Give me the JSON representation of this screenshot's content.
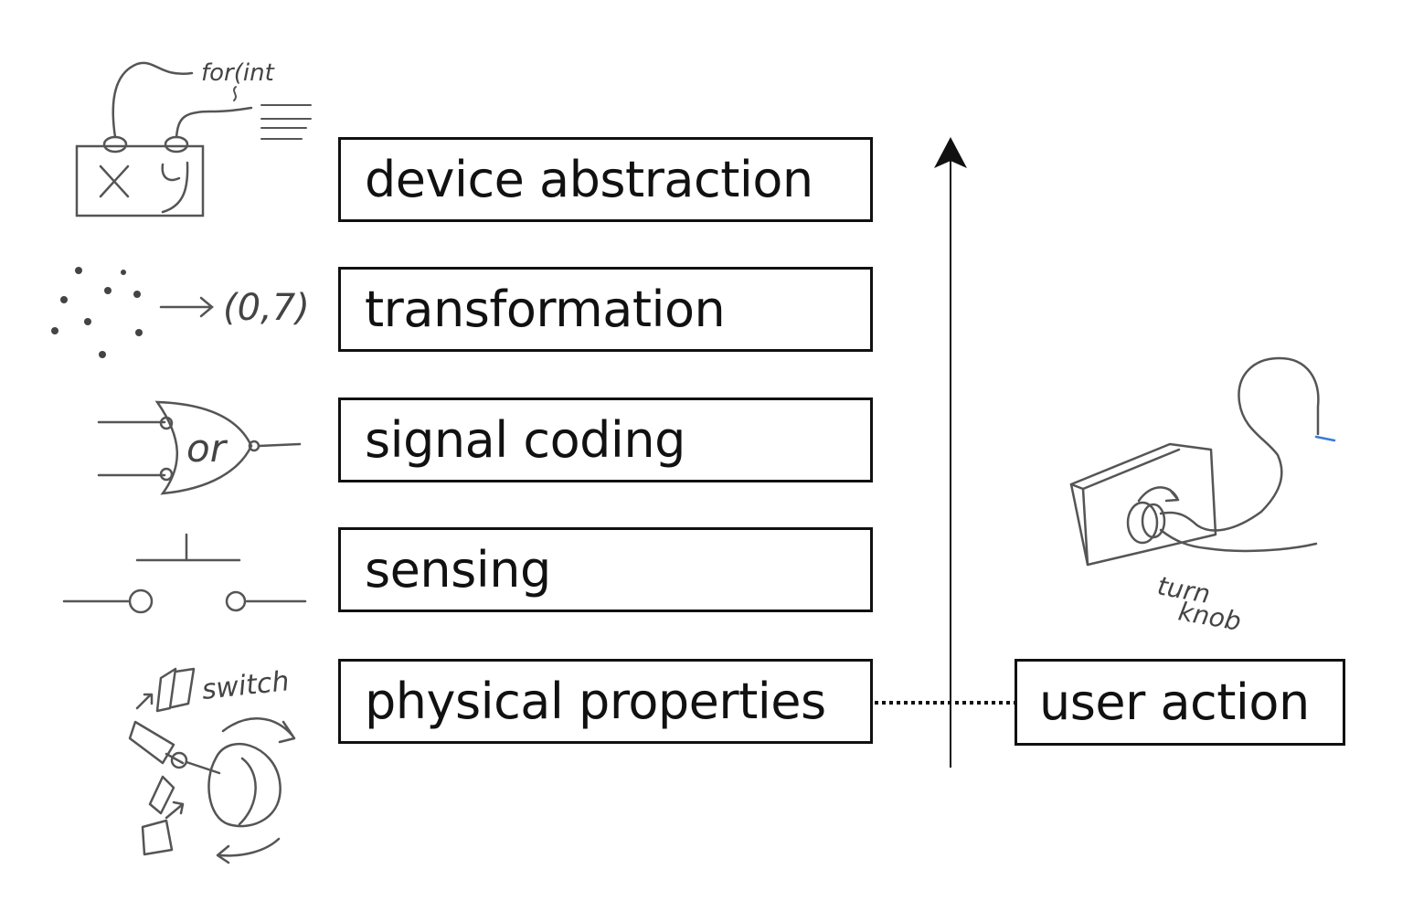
{
  "layers": [
    {
      "label": "device abstraction"
    },
    {
      "label": "transformation"
    },
    {
      "label": "signal coding"
    },
    {
      "label": "sensing"
    },
    {
      "label": "physical properties"
    }
  ],
  "user_box": {
    "label": "user action"
  },
  "sketches": {
    "code": {
      "text": "for(int"
    },
    "gate": {
      "text": "or"
    },
    "coords": {
      "text": "(0,7)"
    },
    "switch": {
      "text": "switch"
    },
    "knob": {
      "line1": "turn",
      "line2": "knob"
    }
  },
  "icons": [
    "code-sketch-icon",
    "point-cloud-sketch-icon",
    "or-gate-sketch-icon",
    "switch-contact-sketch-icon",
    "rotary-switch-sketch-icon",
    "person-turning-knob-sketch-icon"
  ],
  "colors": {
    "ink": "#111111",
    "sketch": "#555555"
  }
}
